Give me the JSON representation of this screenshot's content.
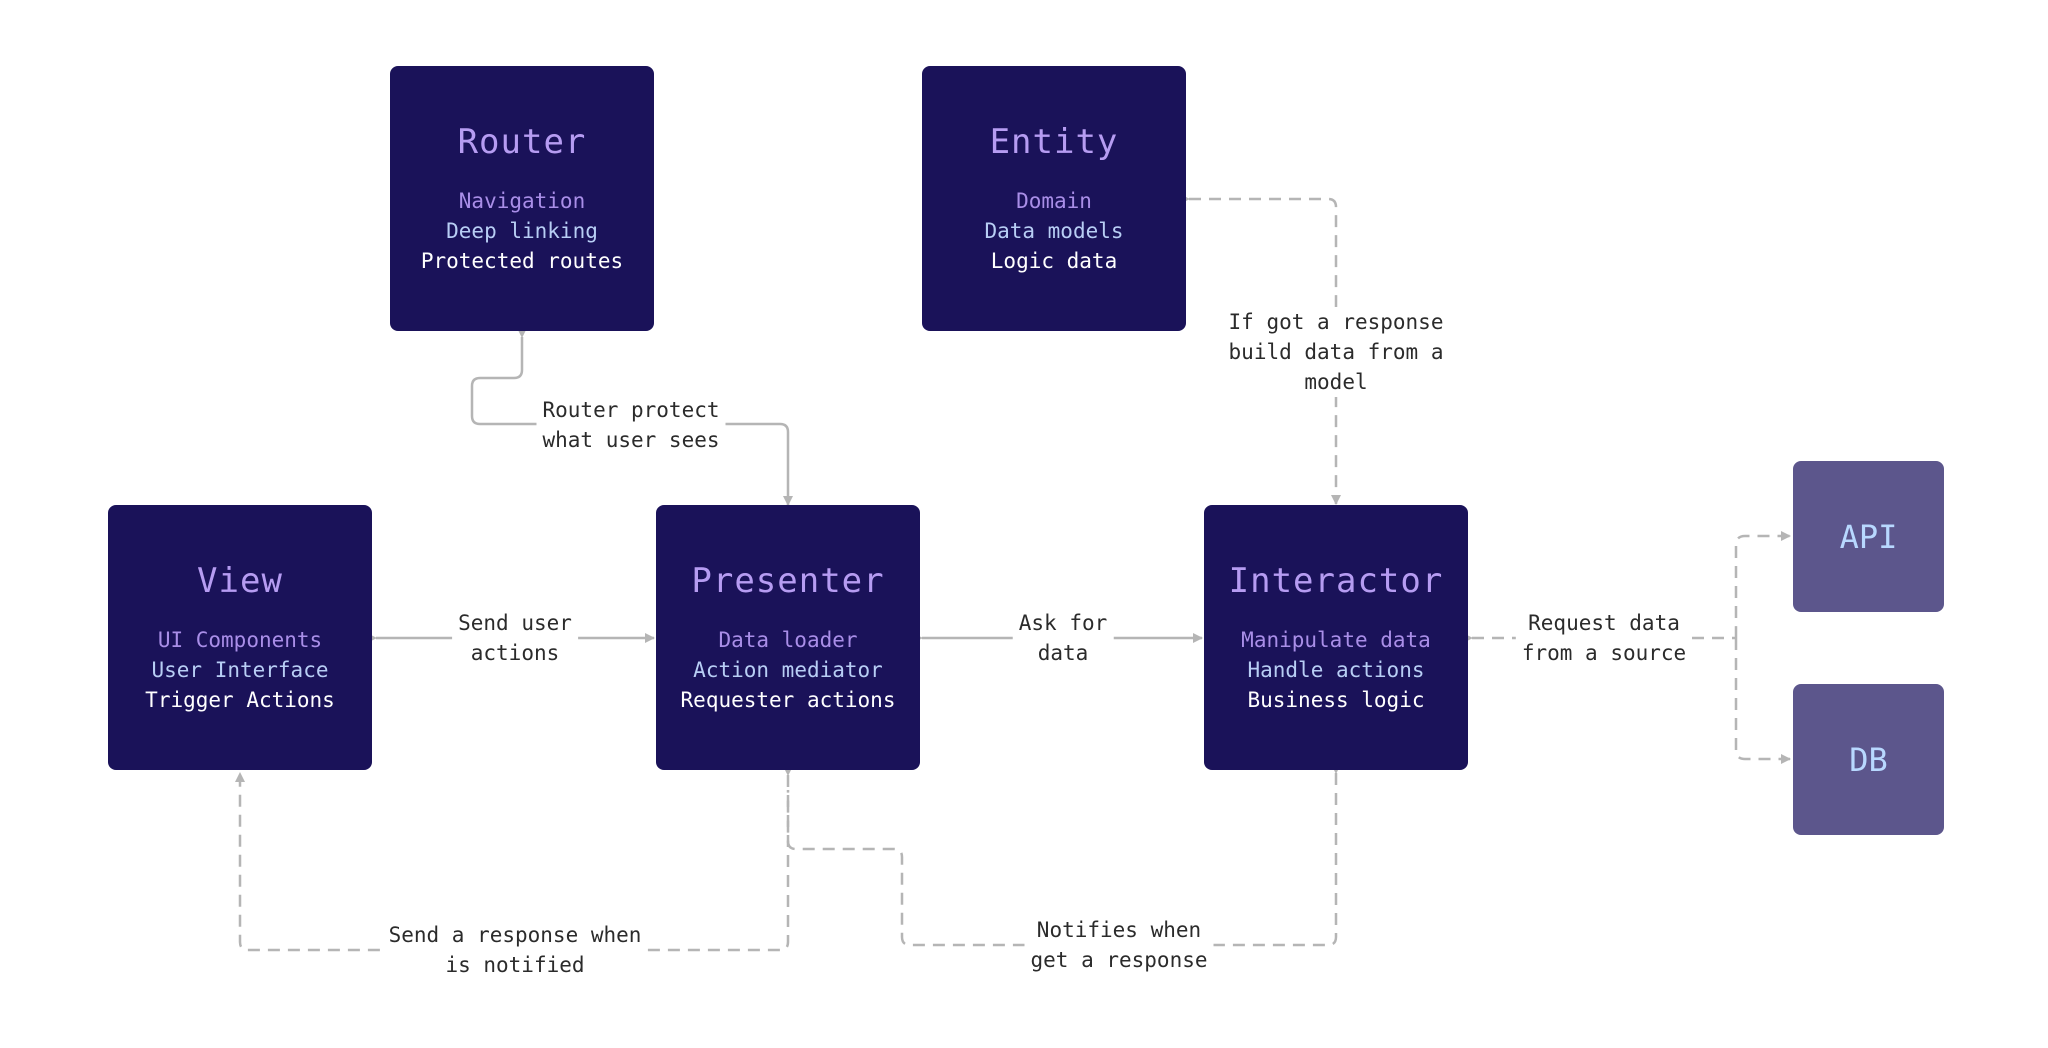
{
  "boxes": {
    "router": {
      "title": "Router",
      "lines": [
        "Navigation",
        "Deep linking",
        "Protected routes"
      ]
    },
    "entity": {
      "title": "Entity",
      "lines": [
        "Domain",
        "Data models",
        "Logic data"
      ]
    },
    "view": {
      "title": "View",
      "lines": [
        "UI Components",
        "User Interface",
        "Trigger Actions"
      ]
    },
    "presenter": {
      "title": "Presenter",
      "lines": [
        "Data loader",
        "Action mediator",
        "Requester actions"
      ]
    },
    "interactor": {
      "title": "Interactor",
      "lines": [
        "Manipulate data",
        "Handle actions",
        "Business logic"
      ]
    }
  },
  "external": {
    "api": "API",
    "db": "DB"
  },
  "labels": {
    "router_protect": [
      "Router protect",
      "what user sees"
    ],
    "send_user_actions": [
      "Send user",
      "actions"
    ],
    "ask_for_data": [
      "Ask for",
      "data"
    ],
    "request_data": [
      "Request data",
      "from a source"
    ],
    "build_data": [
      "If got a response",
      "build data from a",
      "model"
    ],
    "send_response": [
      "Send a response when",
      "is notified"
    ],
    "notifies": [
      "Notifies when",
      "get a response"
    ]
  },
  "colors": {
    "box_bg": "#1a1259",
    "title": "#b69cf2",
    "line1": "#a98ee8",
    "line2": "#b8cef5",
    "line3": "#ffffff",
    "ext_bg": "#5c568c",
    "ext_text": "#b8d8ff",
    "connector": "#b5b5b5"
  }
}
